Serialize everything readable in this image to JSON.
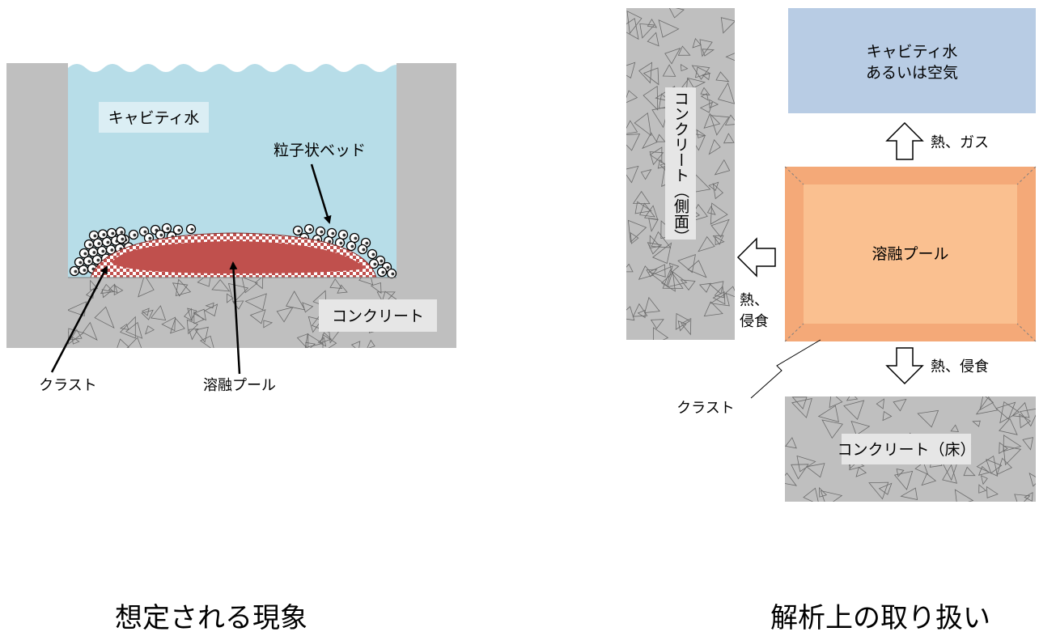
{
  "left": {
    "cavity_water": "キャビティ水",
    "particle_bed": "粒子状ベッド",
    "concrete": "コンクリート",
    "crust": "クラスト",
    "melt_pool": "溶融プール",
    "caption": "想定される現象"
  },
  "right": {
    "cavity_water_line1": "キャビティ水",
    "cavity_water_line2": "あるいは空気",
    "heat_gas": "熱、ガス",
    "melt_pool": "溶融プール",
    "side_concrete": "コンクリート（側面）",
    "heat_erosion_side_line1": "熱、",
    "heat_erosion_side_line2": "侵食",
    "heat_erosion_down": "熱、侵食",
    "crust": "クラスト",
    "floor_concrete": "コンクリート（床）",
    "caption": "解析上の取り扱い"
  },
  "colors": {
    "water": "#b7dde8",
    "concrete": "#bfbfbf",
    "melt": "#c0504d",
    "crust_dots": "#c0504d",
    "pool_inner": "#fac090",
    "pool_border": "#f4a978",
    "cavity_box": "#b8cce4"
  }
}
